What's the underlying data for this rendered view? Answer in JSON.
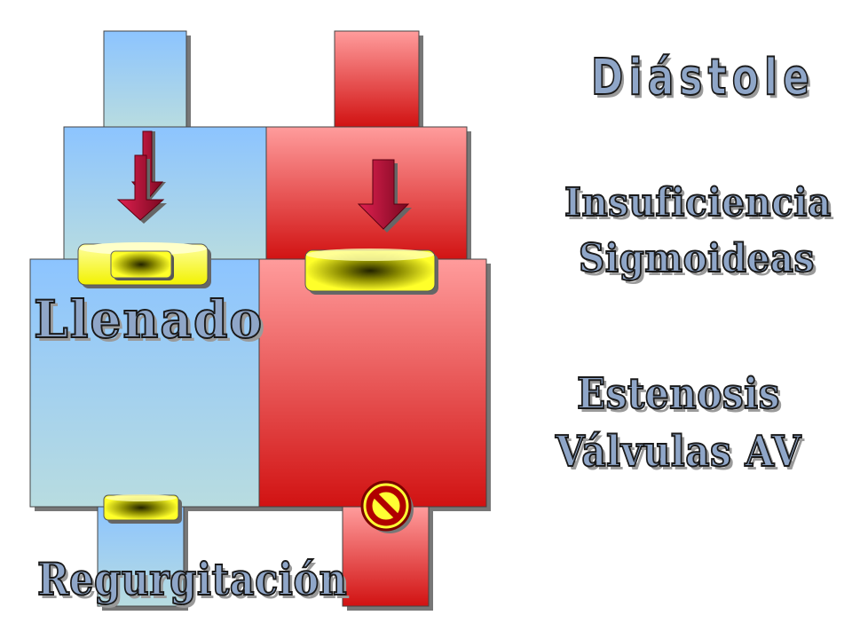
{
  "title": "Diástole",
  "labels": {
    "llenado": "Llenado",
    "regurgitacion": "Regurgitación",
    "insuficiencia_line1": "Insuficiencia",
    "insuficiencia_line2": "Sigmoideas",
    "estenosis_line1": "Estenosis",
    "estenosis_line2": "Válvulas AV"
  },
  "colors": {
    "blue_chamber": "#9ec9ff",
    "red_chamber": "#ff9a9a",
    "valve": "#ffff33",
    "arrow": "#b0103a",
    "label_fill": "#8fa6c8"
  },
  "icons": {
    "blocked": "prohibited-icon",
    "flow": "down-arrow-icon"
  }
}
